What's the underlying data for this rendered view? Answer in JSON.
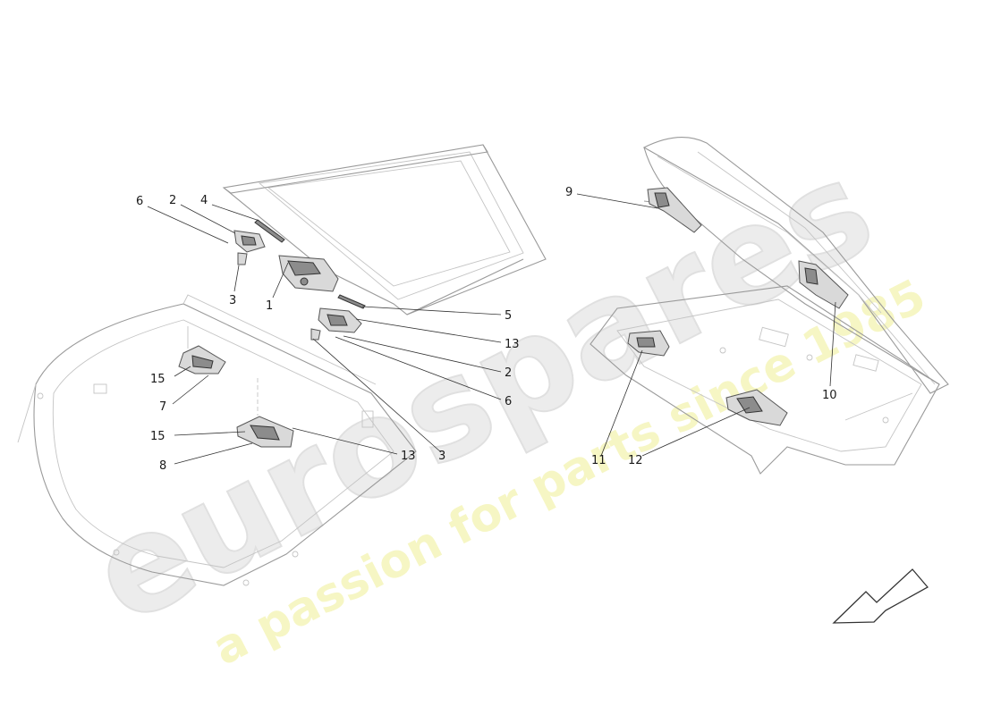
{
  "watermark": {
    "brand": "eurospares",
    "tagline": "a passion for parts since 1985",
    "brand_color": "#e6e6e6",
    "tagline_color": "#f4f4b8"
  },
  "callouts": [
    {
      "id": "c6a",
      "label": "6"
    },
    {
      "id": "c2a",
      "label": "2"
    },
    {
      "id": "c4",
      "label": "4"
    },
    {
      "id": "c3a",
      "label": "3"
    },
    {
      "id": "c1",
      "label": "1"
    },
    {
      "id": "c5",
      "label": "5"
    },
    {
      "id": "c13a",
      "label": "13"
    },
    {
      "id": "c2b",
      "label": "2"
    },
    {
      "id": "c6b",
      "label": "6"
    },
    {
      "id": "c15a",
      "label": "15"
    },
    {
      "id": "c7",
      "label": "7"
    },
    {
      "id": "c15b",
      "label": "15"
    },
    {
      "id": "c8",
      "label": "8"
    },
    {
      "id": "c13b",
      "label": "13"
    },
    {
      "id": "c3b",
      "label": "3"
    },
    {
      "id": "c9",
      "label": "9"
    },
    {
      "id": "c10",
      "label": "10"
    },
    {
      "id": "c11",
      "label": "11"
    },
    {
      "id": "c12",
      "label": "12"
    }
  ],
  "icons": {
    "direction": "direction-arrow-icon"
  }
}
